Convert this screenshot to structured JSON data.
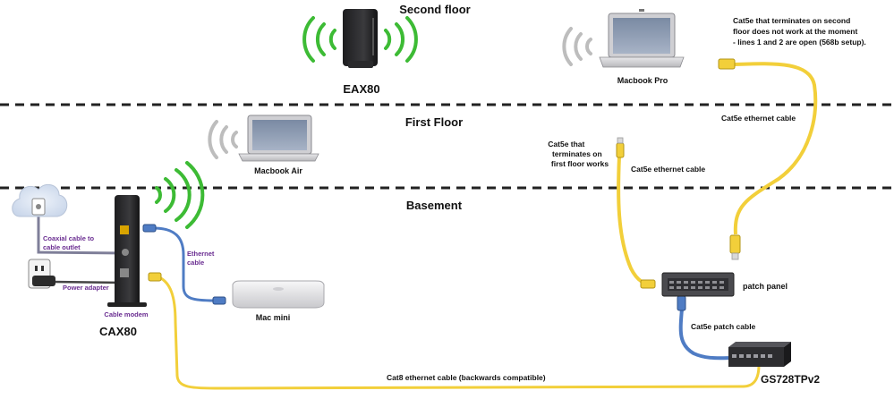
{
  "floors": {
    "second": "Second floor",
    "first": "First Floor",
    "basement": "Basement"
  },
  "devices": {
    "eax80": "EAX80",
    "macbook_pro": "Macbook Pro",
    "macbook_air": "Macbook Air",
    "cax80": "CAX80",
    "mac_mini": "Mac mini",
    "patch_panel": "patch panel",
    "switch": "GS728TPv2"
  },
  "labels": {
    "second_floor_note": [
      "Cat5e that terminates on second",
      "floor does not work at the moment",
      "- lines 1 and 2 are open (568b setup)."
    ],
    "cat5e_cable_upper": "Cat5e ethernet cable",
    "first_floor_note": [
      "Cat5e that",
      "terminates on",
      "first floor works"
    ],
    "cat5e_cable_lower": "Cat5e ethernet cable",
    "coaxial": [
      "Coaxial cable to",
      "cable outlet"
    ],
    "power_adapter": "Power adapter",
    "cable_modem": "Cable modem",
    "ethernet_cable": [
      "Ethernet",
      "cable"
    ],
    "patch_cable": "Cat5e patch cable",
    "cat8": "Cat8 ethernet cable (backwards compatible)"
  },
  "colors": {
    "yellow_cable": "#f2cf3a",
    "blue_cable": "#4f7cc4",
    "coax_cable": "#7f7f99",
    "wifi_green": "#3dbb35",
    "wifi_gray": "#bdbdbd"
  }
}
